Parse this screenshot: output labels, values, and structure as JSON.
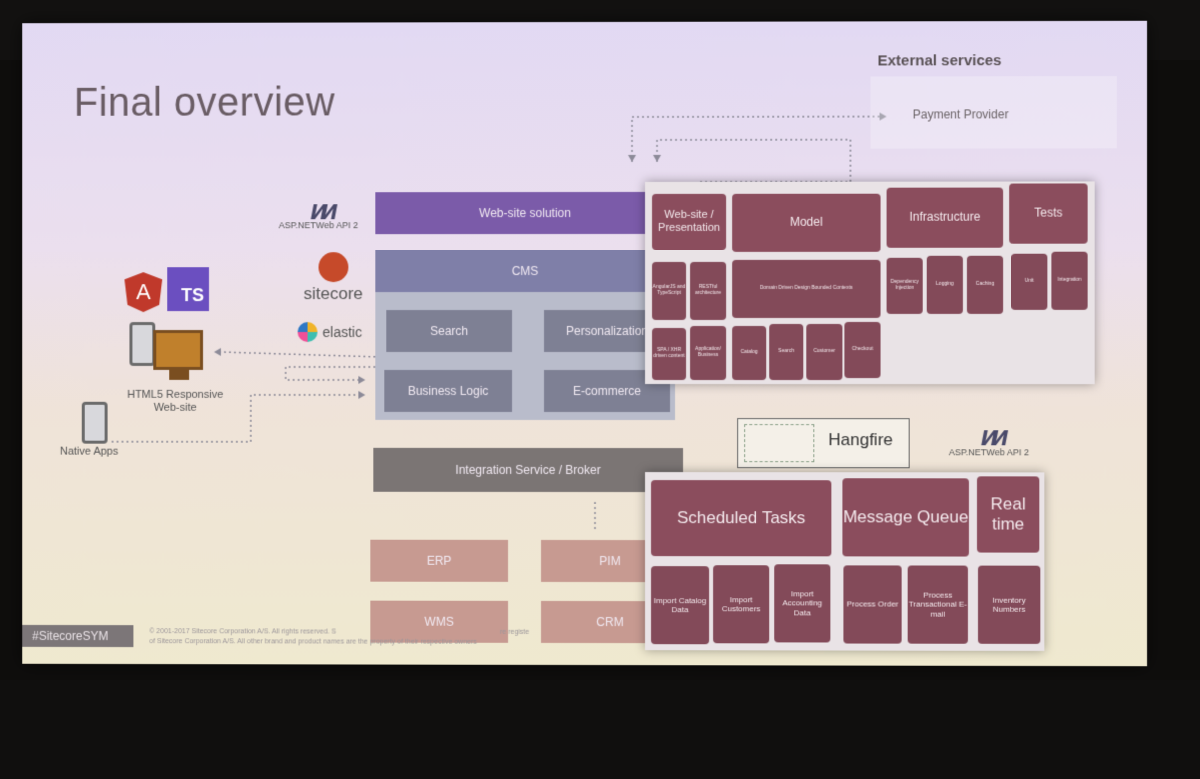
{
  "slide": {
    "title": "Final overview",
    "hashtag": "#SitecoreSYM",
    "copyright_lines": [
      "© 2001-2017 Sitecore Corporation A/S. All rights reserved. S",
      "of Sitecore Corporation A/S. All other brand and product names are the property of their respective owners"
    ],
    "copyright_tail": "re registe"
  },
  "external": {
    "title": "External services",
    "payment": "Payment Provider"
  },
  "logos": {
    "aspnet_top": "ASP.NETWeb API 2",
    "aspnet_bottom": "ASP.NETWeb API 2",
    "sitecore": "sitecore",
    "elastic": "elastic",
    "angular": "A",
    "ts": "TS",
    "hangfire": "Hangfire"
  },
  "clients": {
    "html5": "HTML5 Responsive Web-site",
    "native": "Native Apps"
  },
  "website": {
    "solution": "Web-site solution",
    "cms": "CMS",
    "search": "Search",
    "personalization": "Personalization",
    "business_logic": "Business Logic",
    "ecommerce": "E-commerce"
  },
  "integration": {
    "broker": "Integration Service / Broker",
    "erp": "ERP",
    "pim": "PIM",
    "wms": "WMS",
    "crm": "CRM"
  },
  "architecture": {
    "headers": {
      "presentation": "Web-site / Presentation",
      "model": "Model",
      "infrastructure": "Infrastructure",
      "tests": "Tests"
    },
    "row1": {
      "angular": "AngularJS and TypeScript",
      "restful": "RESTful architecture",
      "ddd": "Domain Driven Design Bounded Contexts",
      "di": "Dependency Injection",
      "logging": "Logging",
      "caching": "Caching",
      "unit": "Unit",
      "integration": "Integration"
    },
    "row2": {
      "spa": "SPA / XHR driven content",
      "appbiz": "Application/ Business",
      "catalog": "Catalog",
      "search": "Search",
      "customer": "Customer",
      "checkout": "Checkout"
    }
  },
  "tasks": {
    "scheduled": "Scheduled Tasks",
    "queue": "Message Queue",
    "realtime": "Real time",
    "import_catalog": "Import Catalog Data",
    "import_customers": "Import Customers",
    "import_accounting": "Import Accounting Data",
    "process_order": "Process Order",
    "process_email": "Process Transactional E-mail",
    "inventory": "Inventory Numbers"
  },
  "colors": {
    "accent": "#7a5ca8",
    "maroon": "#8b4d5d",
    "gray_block": "#7e7f8c",
    "rose": "#c79a91"
  }
}
